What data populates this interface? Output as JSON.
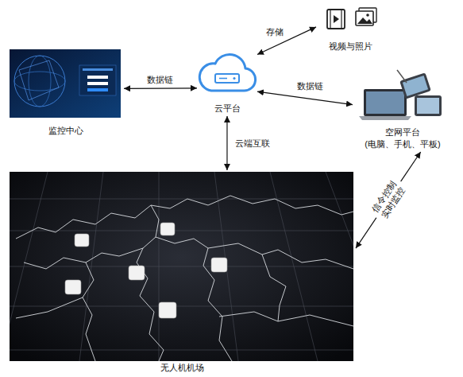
{
  "diagram": {
    "nodes": [
      {
        "text": [
          "监控中心"
        ]
      },
      {
        "text": [
          "云平台"
        ]
      },
      {
        "text": [
          "视频与照片"
        ]
      },
      {
        "text": [
          "空网平台",
          "(电脑、手机、平板)"
        ]
      },
      {
        "text": [
          "无人机机场"
        ]
      }
    ],
    "edges": [
      {
        "from": 0,
        "to": 1,
        "label": "数据链",
        "arrow": "both"
      },
      {
        "from": 1,
        "to": 2,
        "label": "存储",
        "arrow": "both"
      },
      {
        "from": 1,
        "to": 3,
        "label": "数据链",
        "arrow": "both"
      },
      {
        "from": 1,
        "to": 4,
        "label": "云端互联",
        "arrow": "both"
      },
      {
        "from": 3,
        "to": 4,
        "label": "信令控制 实时监控",
        "arrow": "both"
      }
    ]
  }
}
